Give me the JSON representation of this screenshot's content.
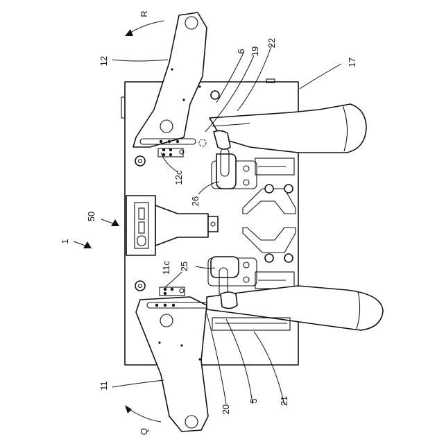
{
  "figure": {
    "labels": {
      "assembly": "1",
      "main_label": "50",
      "upper_arm": "12",
      "lower_arm": "11",
      "upper_slot": "12c",
      "lower_slot": "11c",
      "label_6": "6",
      "label_19": "19",
      "label_22": "22",
      "label_17": "17",
      "label_26": "26",
      "label_25": "25",
      "label_20": "20",
      "label_5": "5",
      "label_21": "21",
      "rotation_r": "R",
      "rotation_q": "Q"
    }
  }
}
